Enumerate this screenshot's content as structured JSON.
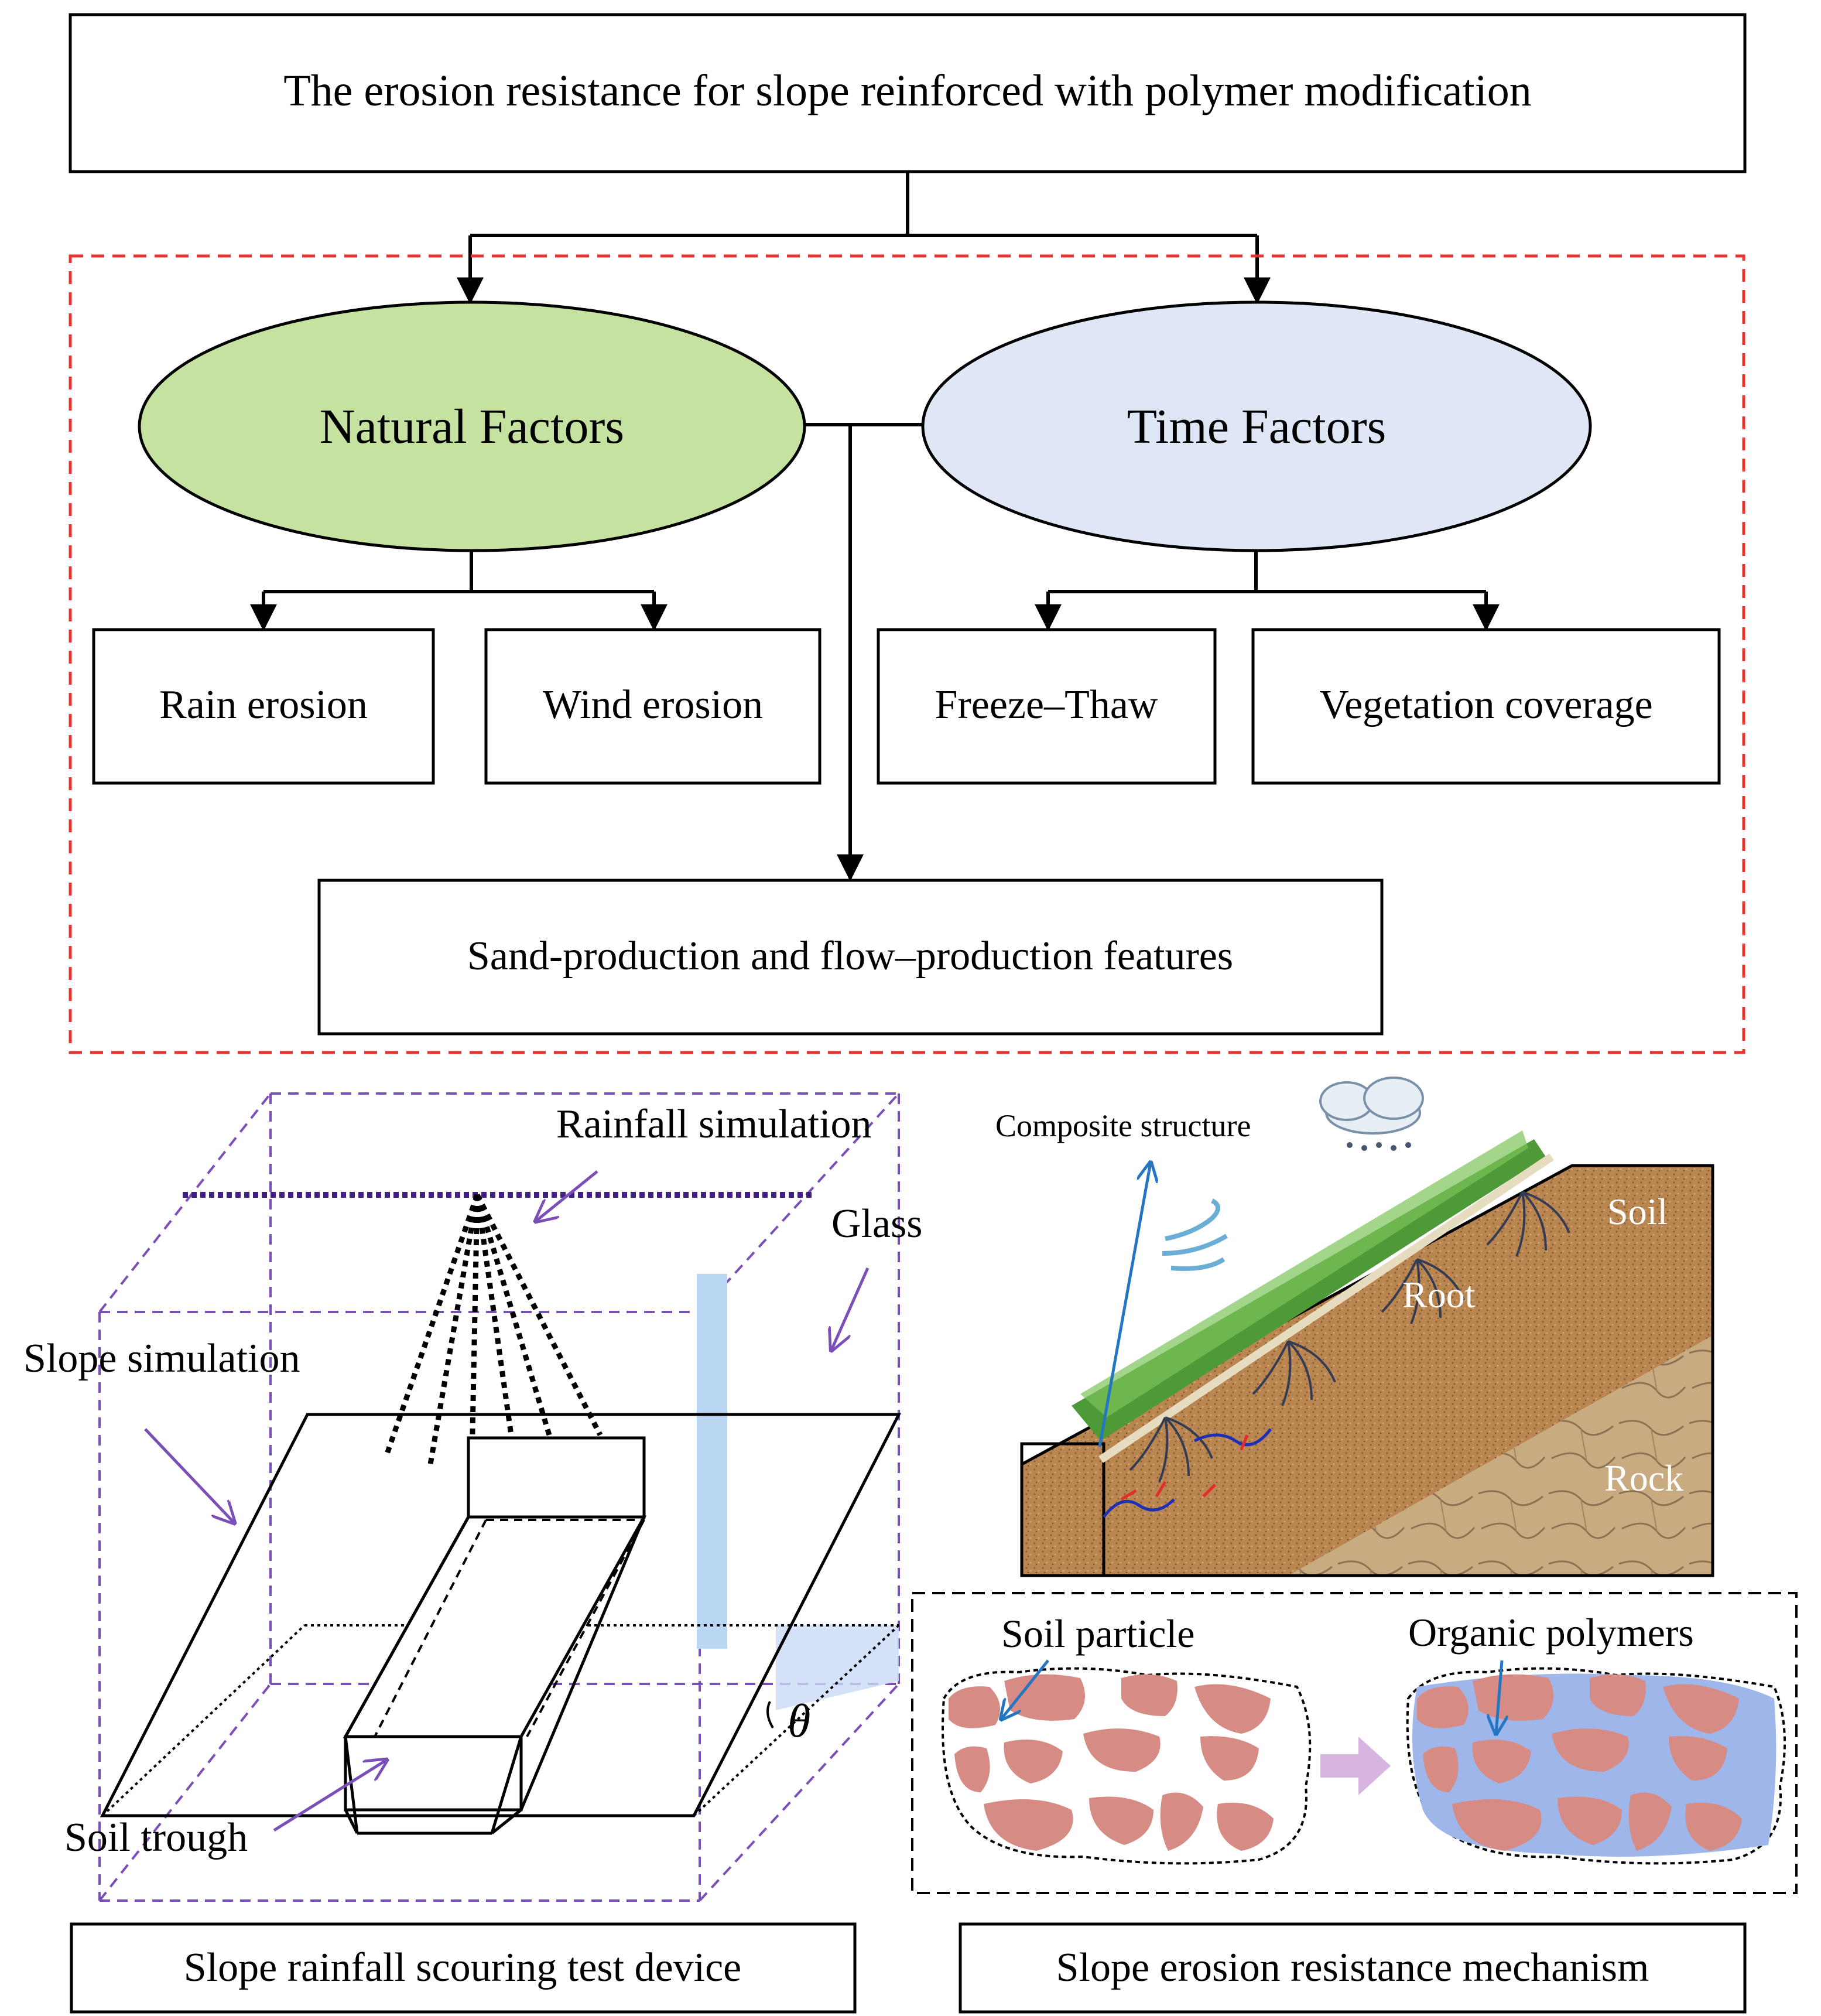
{
  "top": {
    "title": "The erosion resistance for slope reinforced with polymer modification"
  },
  "factors": {
    "natural": "Natural Factors",
    "time": "Time Factors",
    "natural_color": "#c6e2a0",
    "time_color": "#dfe6f5",
    "group_border_color": "#e8322d"
  },
  "effects": {
    "rain": "Rain erosion",
    "wind": "Wind erosion",
    "freeze": "Freeze–Thaw",
    "vegetation": "Vegetation coverage",
    "sand_flow": "Sand-production and flow–production features"
  },
  "device": {
    "rainfall_label": "Rainfall simulation",
    "glass_label": "Glass",
    "slope_label": "Slope simulation",
    "trough_label": "Soil trough",
    "angle_symbol": "θ",
    "caption": "Slope rainfall scouring test device",
    "accent_color": "#7b4fb8",
    "glass_color": "#b9d7f2"
  },
  "mechanism": {
    "composite_label": "Composite structure",
    "soil_label": "Soil",
    "root_label": "Root",
    "rock_label": "Rock",
    "particle_label": "Soil particle",
    "polymer_label": "Organic polymers",
    "caption": "Slope erosion resistance mechanism",
    "particle_color": "#d68c85",
    "polymer_color": "#9fb6ea",
    "soil_color": "#b98550",
    "rock_color": "#c8ab80",
    "grass_color": "#4f9a38"
  }
}
